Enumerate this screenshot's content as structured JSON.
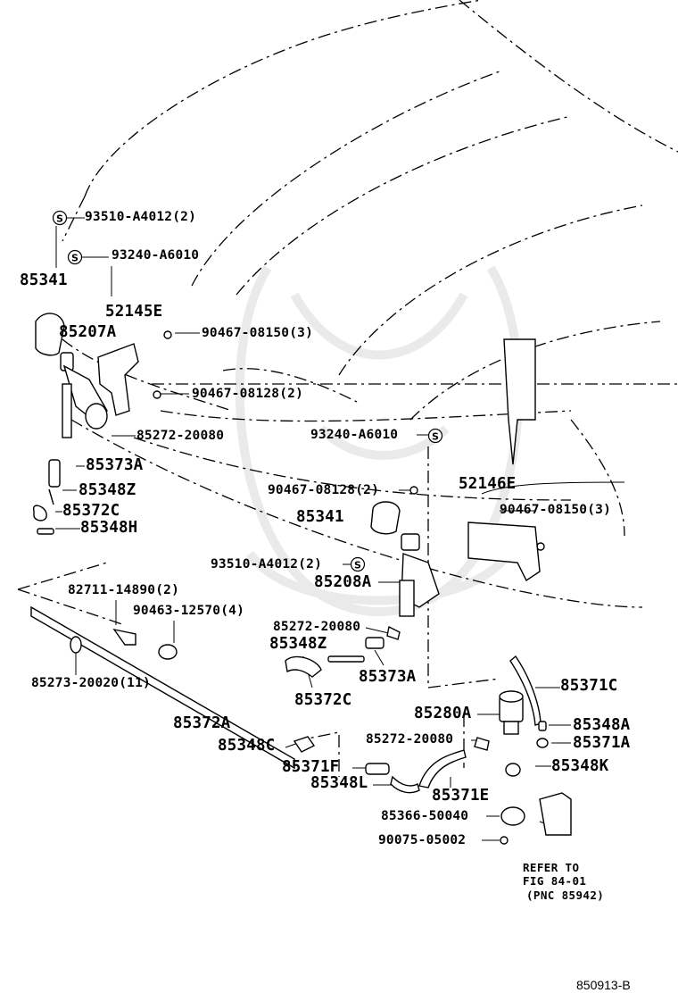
{
  "diagram_id": "850913-B",
  "labels": {
    "l_93510_top": "93510-A4012(2)",
    "l_93240_top": "93240-A6010",
    "l_85341_left": "85341",
    "l_52145e": "52145E",
    "l_85207a": "85207A",
    "l_90467_150_top": "90467-08150(3)",
    "l_90467_128_top": "90467-08128(2)",
    "l_85272_left": "85272-20080",
    "l_93240_mid": "93240-A6010",
    "l_85373a_left": "85373A",
    "l_85348z_left": "85348Z",
    "l_90467_128_mid": "90467-08128(2)",
    "l_52146e": "52146E",
    "l_85372c_left": "85372C",
    "l_85341_mid": "85341",
    "l_90467_150_mid": "90467-08150(3)",
    "l_85348h": "85348H",
    "l_93510_mid": "93510-A4012(2)",
    "l_85208a": "85208A",
    "l_82711": "82711-14890(2)",
    "l_90463": "90463-12570(4)",
    "l_85272_mid": "85272-20080",
    "l_85348z_mid": "85348Z",
    "l_85373a_mid": "85373A",
    "l_85273": "85273-20020(11)",
    "l_85372c_mid": "85372C",
    "l_85371c": "85371C",
    "l_85280a": "85280A",
    "l_85348a": "85348A",
    "l_85372a": "85372A",
    "l_85272_low": "85272-20080",
    "l_85371a": "85371A",
    "l_85348c": "85348C",
    "l_85371f": "85371F",
    "l_85348k": "85348K",
    "l_85348l": "85348L",
    "l_85371e": "85371E",
    "l_85366": "85366-50040",
    "l_90075": "90075-05002",
    "refer_1": "REFER TO",
    "refer_2": "FIG 84-01",
    "refer_3": "(PNC 85942)"
  },
  "callout_markers": {
    "s_symbol": "S",
    "s_markers": [
      {
        "name": "s-marker-93510-top"
      },
      {
        "name": "s-marker-93240-top"
      },
      {
        "name": "s-marker-93240-mid"
      },
      {
        "name": "s-marker-93510-mid"
      }
    ]
  },
  "colors": {
    "ink": "#000000",
    "background": "#ffffff",
    "watermark": "#e6e6e6"
  }
}
